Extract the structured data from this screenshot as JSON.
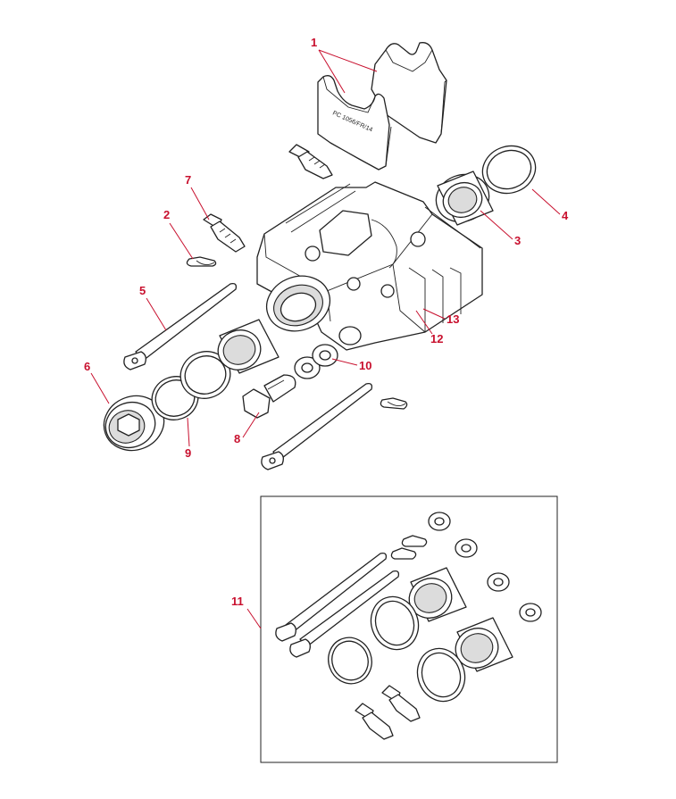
{
  "diagram": {
    "callouts": [
      "1",
      "2",
      "3",
      "4",
      "5",
      "6",
      "7",
      "8",
      "9",
      "10",
      "11",
      "12",
      "13"
    ],
    "pad_marking": "PC 1056/FR/14",
    "colors": {
      "callout": "#c8102e",
      "line": "#222222",
      "background": "#ffffff"
    }
  }
}
